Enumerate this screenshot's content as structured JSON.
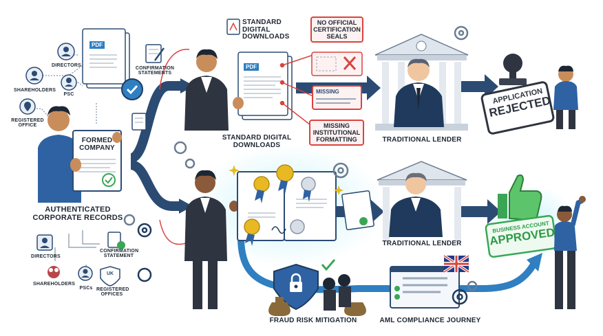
{
  "left": {
    "directors": "DIRECTORS",
    "shareholders": "SHAREHOLDERS",
    "psc": "PSC",
    "confirmation_statements": "CONFIRMATION STATEMENTS",
    "registered_office": "REGISTERED OFFICE",
    "pdf": "PDF",
    "formed_company": "FORMED COMPANY",
    "authenticated_records": "AUTHENTICATED CORPORATE RECORDS",
    "directors_2": "DIRECTORS",
    "confirmation_statement_2": "CONFIRMATION STATEMENT",
    "shareholders_2": "SHAREHOLDERS",
    "pscs": "PSCs",
    "uk": "UK",
    "registered_offices": "REGISTERED OFFICES"
  },
  "top": {
    "standard_downloads_header": "STANDARD DIGITAL DOWNLOADS",
    "pdf": "PDF",
    "no_seals": "NO OFFICIAL CERTIFICATION SEALS",
    "missing": "MISSING",
    "missing_formatting": "MISSING INSTITUTIONAL FORMATTING",
    "standard_downloads_caption": "STANDARD DIGITAL DOWNLOADS",
    "traditional_lender": "TRADITIONAL LENDER",
    "stamp_line1": "APPLICATION",
    "stamp_line2": "REJECTED"
  },
  "bottom": {
    "traditional_lender": "TRADITIONAL LENDER",
    "fraud": "FRAUD RISK MITIGATION",
    "aml": "AML COMPLIANCE JOURNEY",
    "approved_line1": "BUSINESS ACCOUNT",
    "approved_line2": "APPROVED"
  },
  "colors": {
    "navy": "#1f3a5c",
    "arrow": "#2b4b73",
    "red": "#d9433e",
    "green": "#3aa655",
    "gold": "#e8b923",
    "glow": "#b7ecf7"
  }
}
